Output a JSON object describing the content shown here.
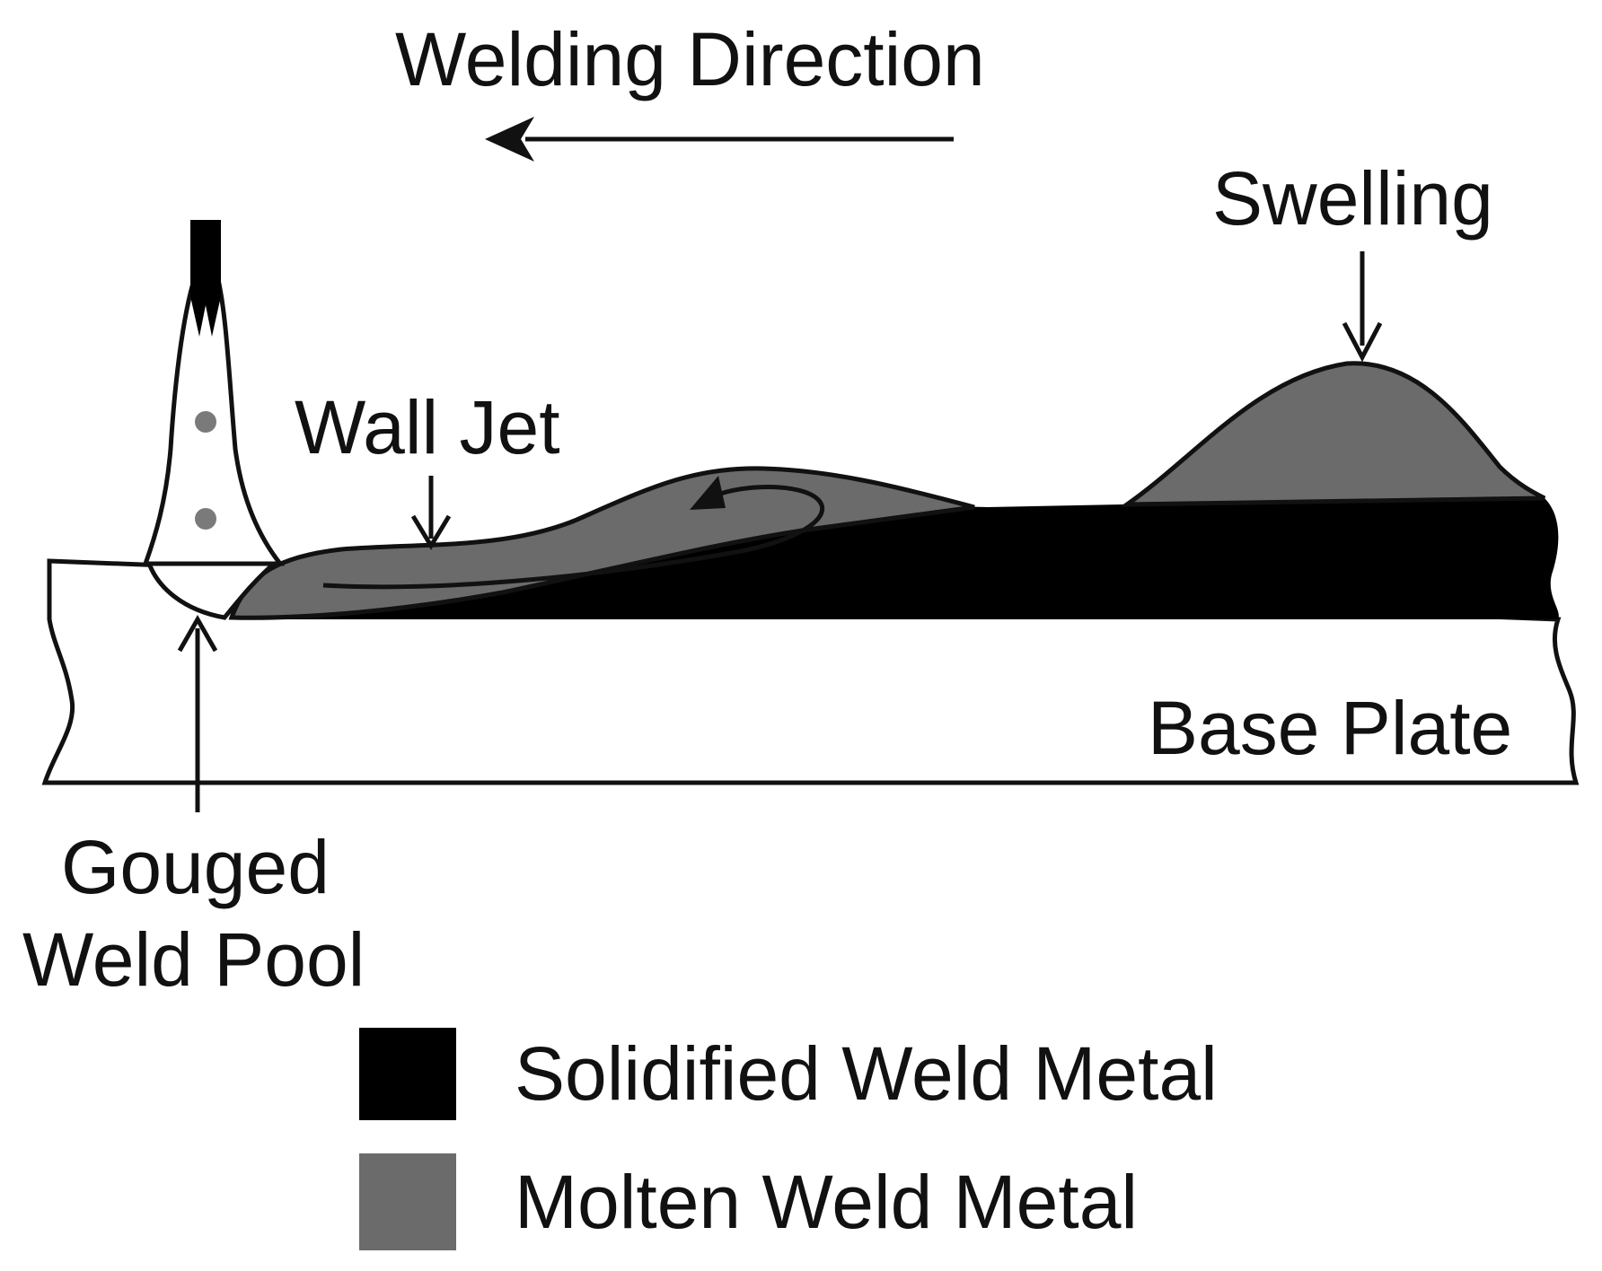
{
  "labels": {
    "welding_direction": "Welding Direction",
    "swelling": "Swelling",
    "wall_jet": "Wall Jet",
    "base_plate": "Base Plate",
    "gouged_line1": "Gouged",
    "gouged_line2": "Weld Pool"
  },
  "legend": {
    "solidified": "Solidified Weld Metal",
    "molten": "Molten Weld Metal"
  },
  "colors": {
    "solidified": "#000000",
    "molten": "#6b6b6b",
    "outline": "#111111",
    "arc_dot": "#7a7a7a",
    "background": "#ffffff"
  }
}
